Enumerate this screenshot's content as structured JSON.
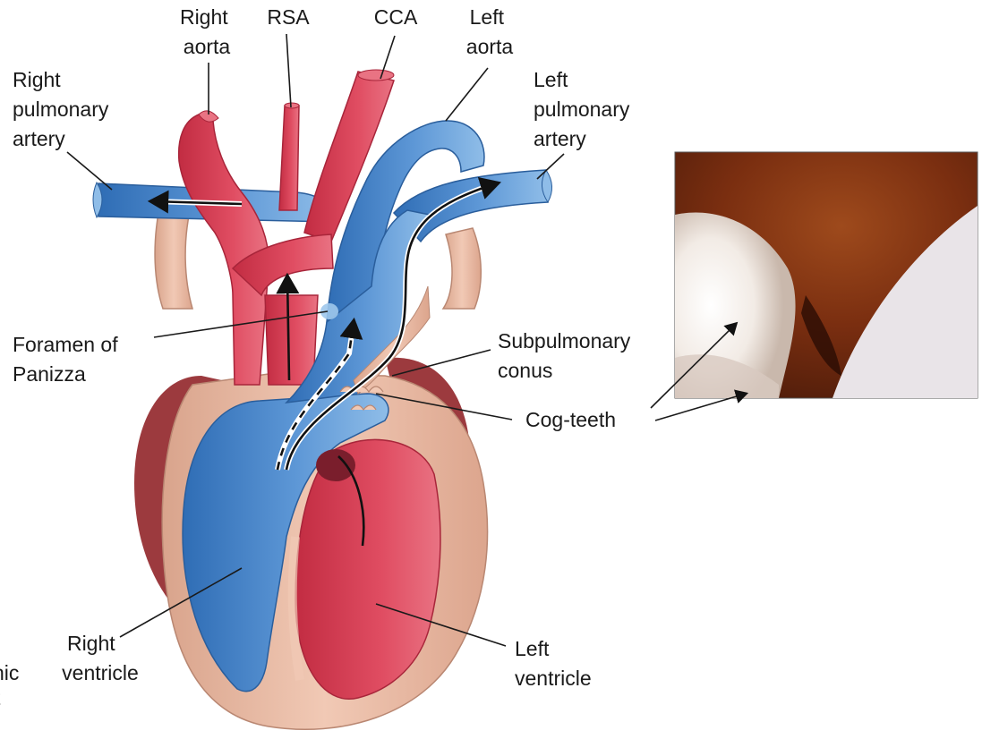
{
  "labels": {
    "right_aorta": [
      "Right",
      "aorta"
    ],
    "rsa": "RSA",
    "cca": "CCA",
    "left_aorta": [
      "Left",
      "aorta"
    ],
    "right_pulmonary_artery": [
      "Right",
      "pulmonary",
      "artery"
    ],
    "left_pulmonary_artery": [
      "Left",
      "pulmonary",
      "artery"
    ],
    "foramen_of_panizza": [
      "Foramen of",
      "Panizza"
    ],
    "subpulmonary_conus": [
      "Subpulmonary",
      "conus"
    ],
    "cog_teeth": "Cog-teeth",
    "right_ventricle": [
      "Right",
      "ventricle"
    ],
    "left_ventricle": [
      "Left",
      "ventricle"
    ],
    "cropped_left_edge": [
      "nic",
      "t"
    ]
  },
  "colors": {
    "oxygenated_red": "#d43a4f",
    "deoxygenated_blue": "#3b7cc4",
    "tissue_pink": "#e8b7a0",
    "muscle_dark": "#9c3a3e",
    "photo_brown": "#8c3c12"
  },
  "photo": {
    "name": "endoscopic-photo-cog-teeth"
  }
}
